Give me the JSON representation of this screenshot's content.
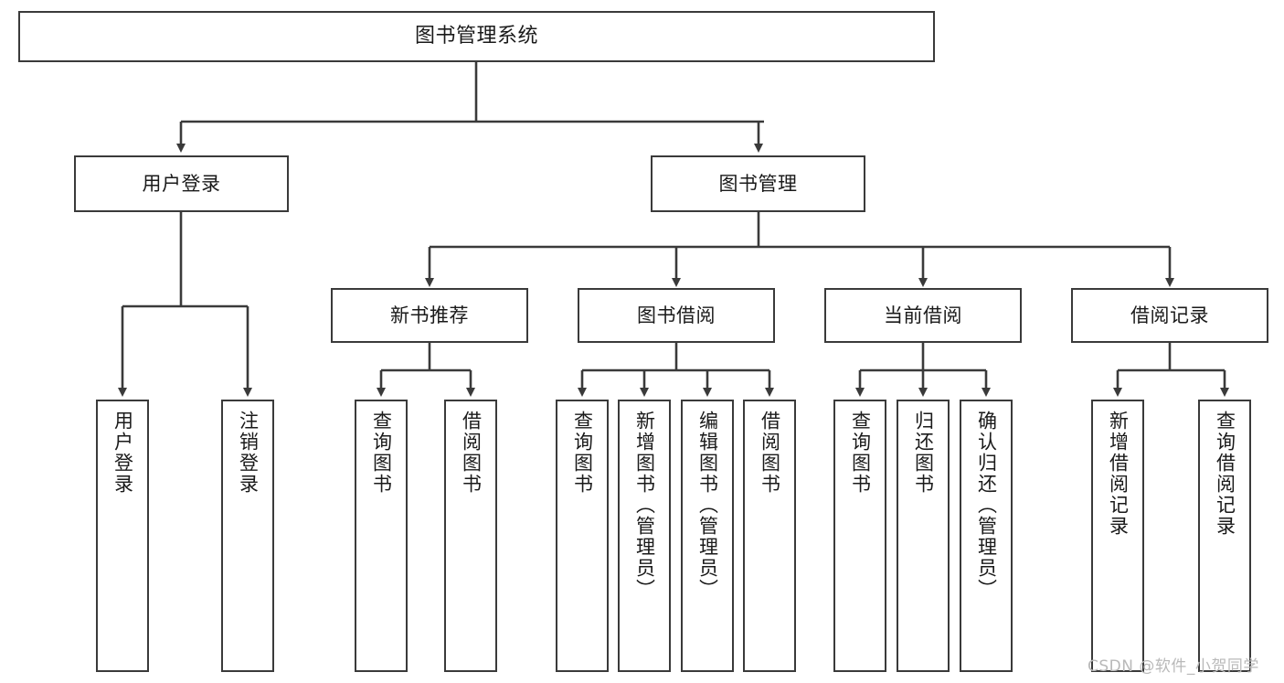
{
  "diagram": {
    "type": "tree",
    "title": "图书管理系统",
    "orientation": "top-down",
    "colors": {
      "box_border": "#3a3a3a",
      "box_fill": "#ffffff",
      "connector": "#3a3a3a",
      "text": "#1a1a1a",
      "watermark": "#b9b9b9",
      "background": "#ffffff"
    }
  },
  "root": {
    "label": "图书管理系统"
  },
  "level2": [
    {
      "label": "用户登录"
    },
    {
      "label": "图书管理"
    }
  ],
  "level3": [
    {
      "label": "新书推荐"
    },
    {
      "label": "图书借阅"
    },
    {
      "label": "当前借阅"
    },
    {
      "label": "借阅记录"
    }
  ],
  "leaves": {
    "user_login": [
      {
        "label": "用户登录"
      },
      {
        "label": "注销登录"
      }
    ],
    "new_book_recommend": [
      {
        "label": "查询图书"
      },
      {
        "label": "借阅图书"
      }
    ],
    "book_borrow": [
      {
        "label": "查询图书"
      },
      {
        "label": "新增图书（管理员）"
      },
      {
        "label": "编辑图书（管理员）"
      },
      {
        "label": "借阅图书"
      }
    ],
    "current_borrow": [
      {
        "label": "查询图书"
      },
      {
        "label": "归还图书"
      },
      {
        "label": "确认归还（管理员）"
      }
    ],
    "borrow_record": [
      {
        "label": "新增借阅记录"
      },
      {
        "label": "查询借阅记录"
      }
    ]
  },
  "watermark": {
    "text": "CSDN @软件_小贺同学"
  }
}
